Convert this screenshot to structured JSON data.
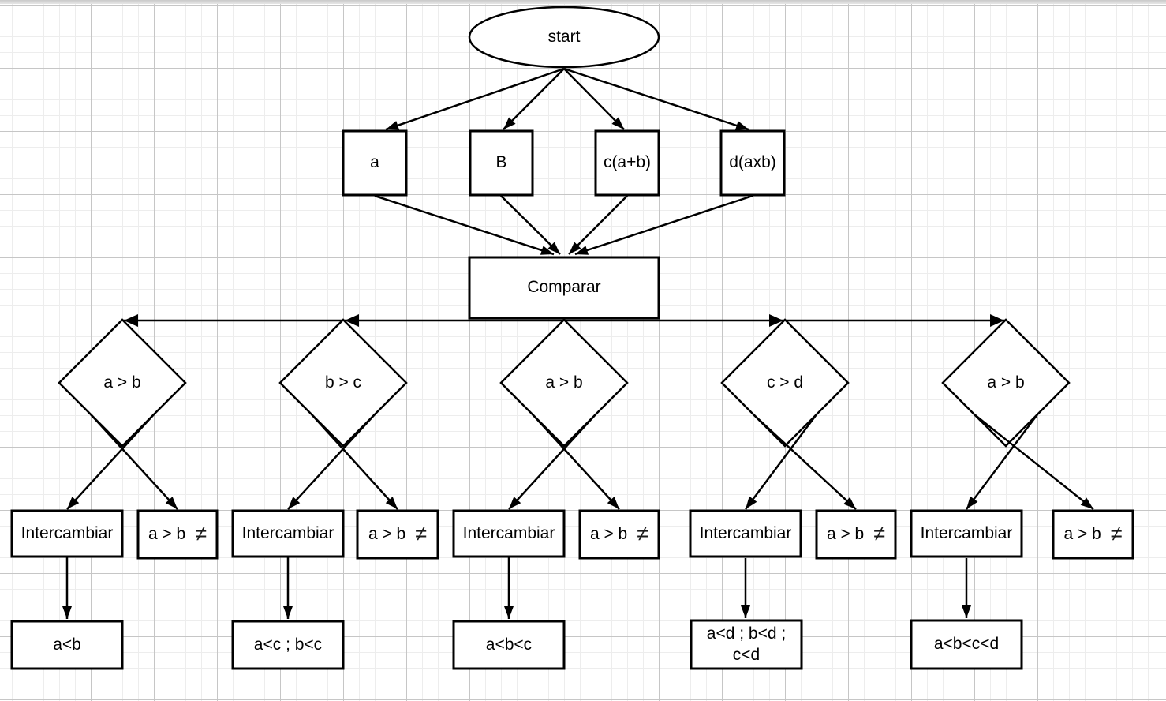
{
  "window": {
    "top_edge_color": "#c9c9c9"
  },
  "canvas": {
    "background": "#ffffff",
    "grid_minor_color": "#ededed",
    "grid_major_color": "#c6c6c6",
    "shape_fill": "#ffffff",
    "stroke_color": "#000000"
  },
  "flowchart": {
    "start": {
      "label": "start"
    },
    "inputs": [
      {
        "label": "a"
      },
      {
        "label": "B"
      },
      {
        "label": "c(a+b)"
      },
      {
        "label": "d(axb)"
      }
    ],
    "compare": {
      "label": "Comparar"
    },
    "branches": [
      {
        "condition": "a > b",
        "swap_label": "Intercambiar",
        "keep_label": "a > b",
        "neq_symbol": "≠",
        "result": "a<b"
      },
      {
        "condition": "b > c",
        "swap_label": "Intercambiar",
        "keep_label": "a > b",
        "neq_symbol": "≠",
        "result": "a<c ; b<c"
      },
      {
        "condition": "a > b",
        "swap_label": "Intercambiar",
        "keep_label": "a > b",
        "neq_symbol": "≠",
        "result": "a<b<c"
      },
      {
        "condition": "c > d",
        "swap_label": "Intercambiar",
        "keep_label": "a > b",
        "neq_symbol": "≠",
        "result": "a<d ; b<d ;\nc<d"
      },
      {
        "condition": "a > b",
        "swap_label": "Intercambiar",
        "keep_label": "a > b",
        "neq_symbol": "≠",
        "result": "a<b<c<d"
      }
    ]
  }
}
